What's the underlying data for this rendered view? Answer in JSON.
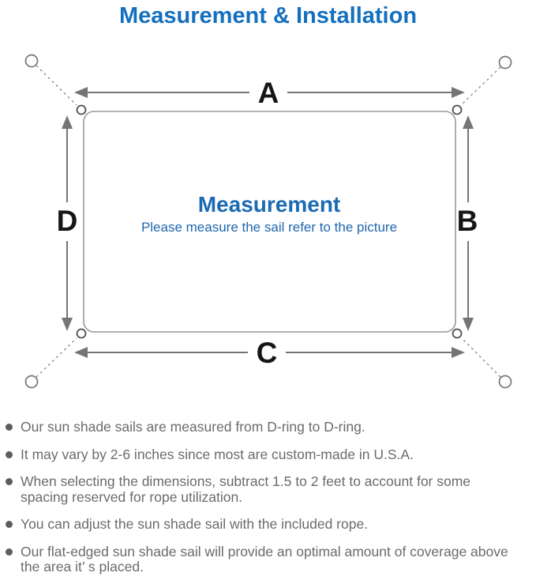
{
  "title": "Measurement & Installation",
  "diagram": {
    "label_a": "A",
    "label_b": "B",
    "label_c": "C",
    "label_d": "D",
    "center_title": "Measurement",
    "center_subtitle": "Please measure the sail refer to the picture"
  },
  "notes": [
    "Our sun shade sails are measured from D-ring to D-ring.",
    "It may vary by 2-6 inches since most are custom-made in U.S.A.",
    "When selecting the dimensions, subtract 1.5 to 2 feet to account for some spacing reserved for rope utilization.",
    "You can adjust the sun shade sail with the included rope.",
    "Our flat-edged sun shade sail will provide an optimal amount of coverage above the area it’ s placed."
  ],
  "colors": {
    "accent_blue": "#1470bf",
    "center_text_blue": "#1b6ab3",
    "note_text_gray": "#6b6b6b",
    "line_gray": "#8f8f8f",
    "arrow_gray": "#757575",
    "letter_black": "#161616"
  }
}
